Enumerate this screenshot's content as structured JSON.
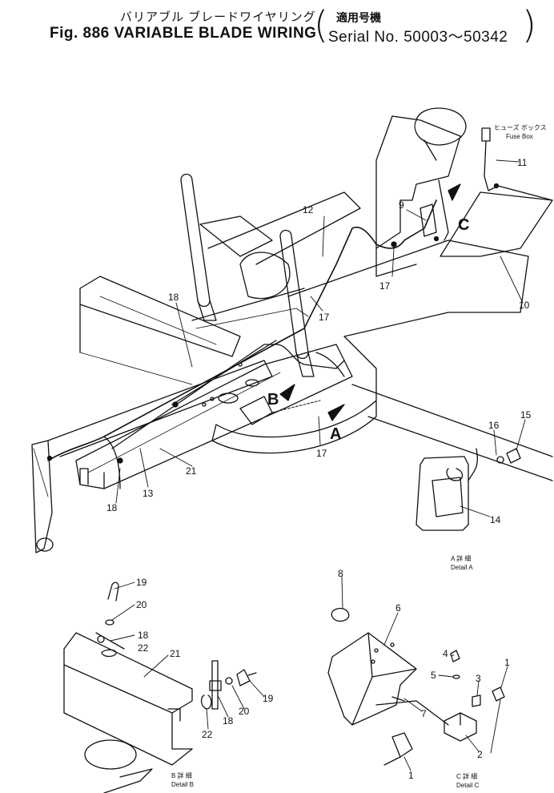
{
  "header": {
    "title_jp": "バリアブル ブレードワイヤリング",
    "title_en": "Fig. 886 VARIABLE BLADE WIRING",
    "serial_jp": "適用号機",
    "serial_en": "Serial No. 50003～50342"
  },
  "views": {
    "A": "A",
    "B": "B",
    "C": "C"
  },
  "fuse_box": {
    "label_jp": "ヒューズ ボックス",
    "label_en": "Fuse Box"
  },
  "details": {
    "a_jp": "A 詳 細",
    "a_en": "Detail A",
    "b_jp": "B 詳 細",
    "b_en": "Detail B",
    "c_jp": "C 詳 細",
    "c_en": "Detail C"
  },
  "callouts": {
    "n1": "1",
    "n2": "2",
    "n3": "3",
    "n4": "4",
    "n5": "5",
    "n6": "6",
    "n7": "7",
    "n8": "8",
    "n9": "9",
    "n10": "10",
    "n11": "11",
    "n12": "12",
    "n13": "13",
    "n14": "14",
    "n15": "15",
    "n16": "16",
    "n17": "17",
    "n18": "18",
    "n19": "19",
    "n20": "20",
    "n21": "21",
    "n22": "22"
  }
}
